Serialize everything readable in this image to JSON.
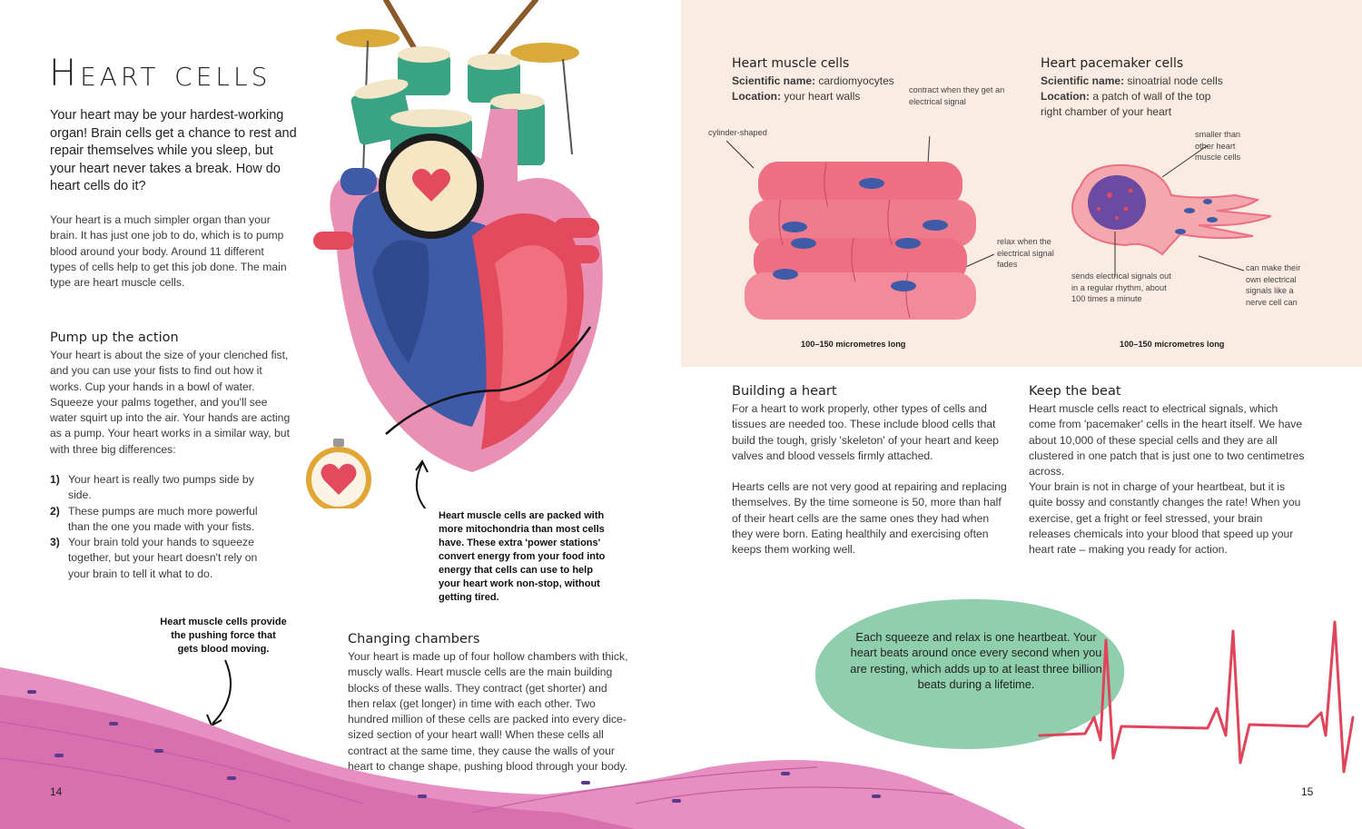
{
  "left_page": {
    "title": "Heart cells",
    "intro": "Your heart may be your hardest-working organ! Brain cells get a chance to rest and repair themselves while you sleep, but your heart never takes a break. How do heart cells do it?",
    "paragraph1": "Your heart is a much simpler organ than your brain. It has just one job to do, which is to pump blood around your body. Around 11 different types of cells help to get this job done. The main type are heart muscle cells.",
    "pump_heading": "Pump up the action",
    "pump_text": "Your heart is about the size of your clenched fist, and you can use your fists to find out how it works. Cup your hands in a bowl of water. Squeeze your palms together, and you'll see water squirt up into the air. Your hands are acting as a pump. Your heart works in a similar way, but with three big differences:",
    "pump_list": [
      {
        "num": "1)",
        "text": "Your heart is really two pumps side by side."
      },
      {
        "num": "2)",
        "text": "These pumps are much more powerful than the one you made with your fists."
      },
      {
        "num": "3)",
        "text": "Your brain told your hands to squeeze together, but your heart doesn't rely on your brain to tell it what to do."
      }
    ],
    "mito_note": "Heart muscle cells are packed with more mitochondria than most cells have. These extra 'power stations' convert energy from your food into energy that cells can use to help your heart work non-stop, without getting tired.",
    "push_note": "Heart muscle cells provide the pushing force that gets blood moving.",
    "chambers_heading": "Changing chambers",
    "chambers_text": "Your heart is made up of four hollow chambers with thick, muscly walls. Heart muscle cells are the main building blocks of these walls. They contract (get shorter) and then relax (get longer) in time with each other. Two hundred million of these cells are packed into every dice-sized section of your heart wall! When these cells all contract at the same time, they cause the walls of your heart to change shape, pushing blood through your body.",
    "page_number": "14"
  },
  "right_page": {
    "muscle_cells": {
      "heading": "Heart muscle cells",
      "sci_label": "Scientific name:",
      "sci_value": "cardiomyocytes",
      "loc_label": "Location:",
      "loc_value": "your heart walls",
      "label_contract": "contract when they get an electrical signal",
      "label_cylinder": "cylinder-shaped",
      "label_relax": "relax when the electrical signal fades",
      "size": "100–150 micrometres long"
    },
    "pacemaker_cells": {
      "heading": "Heart pacemaker cells",
      "sci_label": "Scientific name:",
      "sci_value": "sinoatrial node cells",
      "loc_label": "Location:",
      "loc_value": "a patch of wall of the top right chamber of your heart",
      "label_smaller": "smaller than other heart muscle cells",
      "label_sends": "sends electrical signals out in a regular rhythm, about 100 times a minute",
      "label_own": "can make their own electrical signals like a nerve cell can",
      "size": "100–150 micrometres long"
    },
    "building_heading": "Building a heart",
    "building_text1": "For a heart to work properly, other types of cells and tissues are needed too. These include blood cells that build the tough, grisly 'skeleton' of your heart and keep valves and blood vessels firmly attached.",
    "building_text2": "Hearts cells are not very good at repairing and replacing themselves. By the time someone is 50, more than half of their heart cells are the same ones they had when they were born. Eating healthily and exercising often keeps them working well.",
    "beat_heading": "Keep the beat",
    "beat_text1": "Heart muscle cells react to electrical signals, which come from 'pacemaker' cells in the heart itself. We have about 10,000 of these special cells and they are all clustered in one patch that is just one to two centimetres across.",
    "beat_text2": "Your brain is not in charge of your heartbeat, but it is quite bossy and constantly changes the rate! When you exercise, get a fright or feel stressed, your brain releases chemicals into your blood that speed up your heart rate – making you ready for action.",
    "bubble_text": "Each squeeze and relax is one heartbeat. Your heart beats around once every second when you are resting, which adds up to at least three billion beats during a lifetime.",
    "page_number": "15"
  },
  "colors": {
    "panel": "#fbece3",
    "muscle_pink": "#ef6f82",
    "heart_blue": "#3f5aa6",
    "heart_red": "#e34a5e",
    "bubble_green": "#8fcfae",
    "drum_green": "#3aa383",
    "ecg_red": "#e0445a"
  }
}
